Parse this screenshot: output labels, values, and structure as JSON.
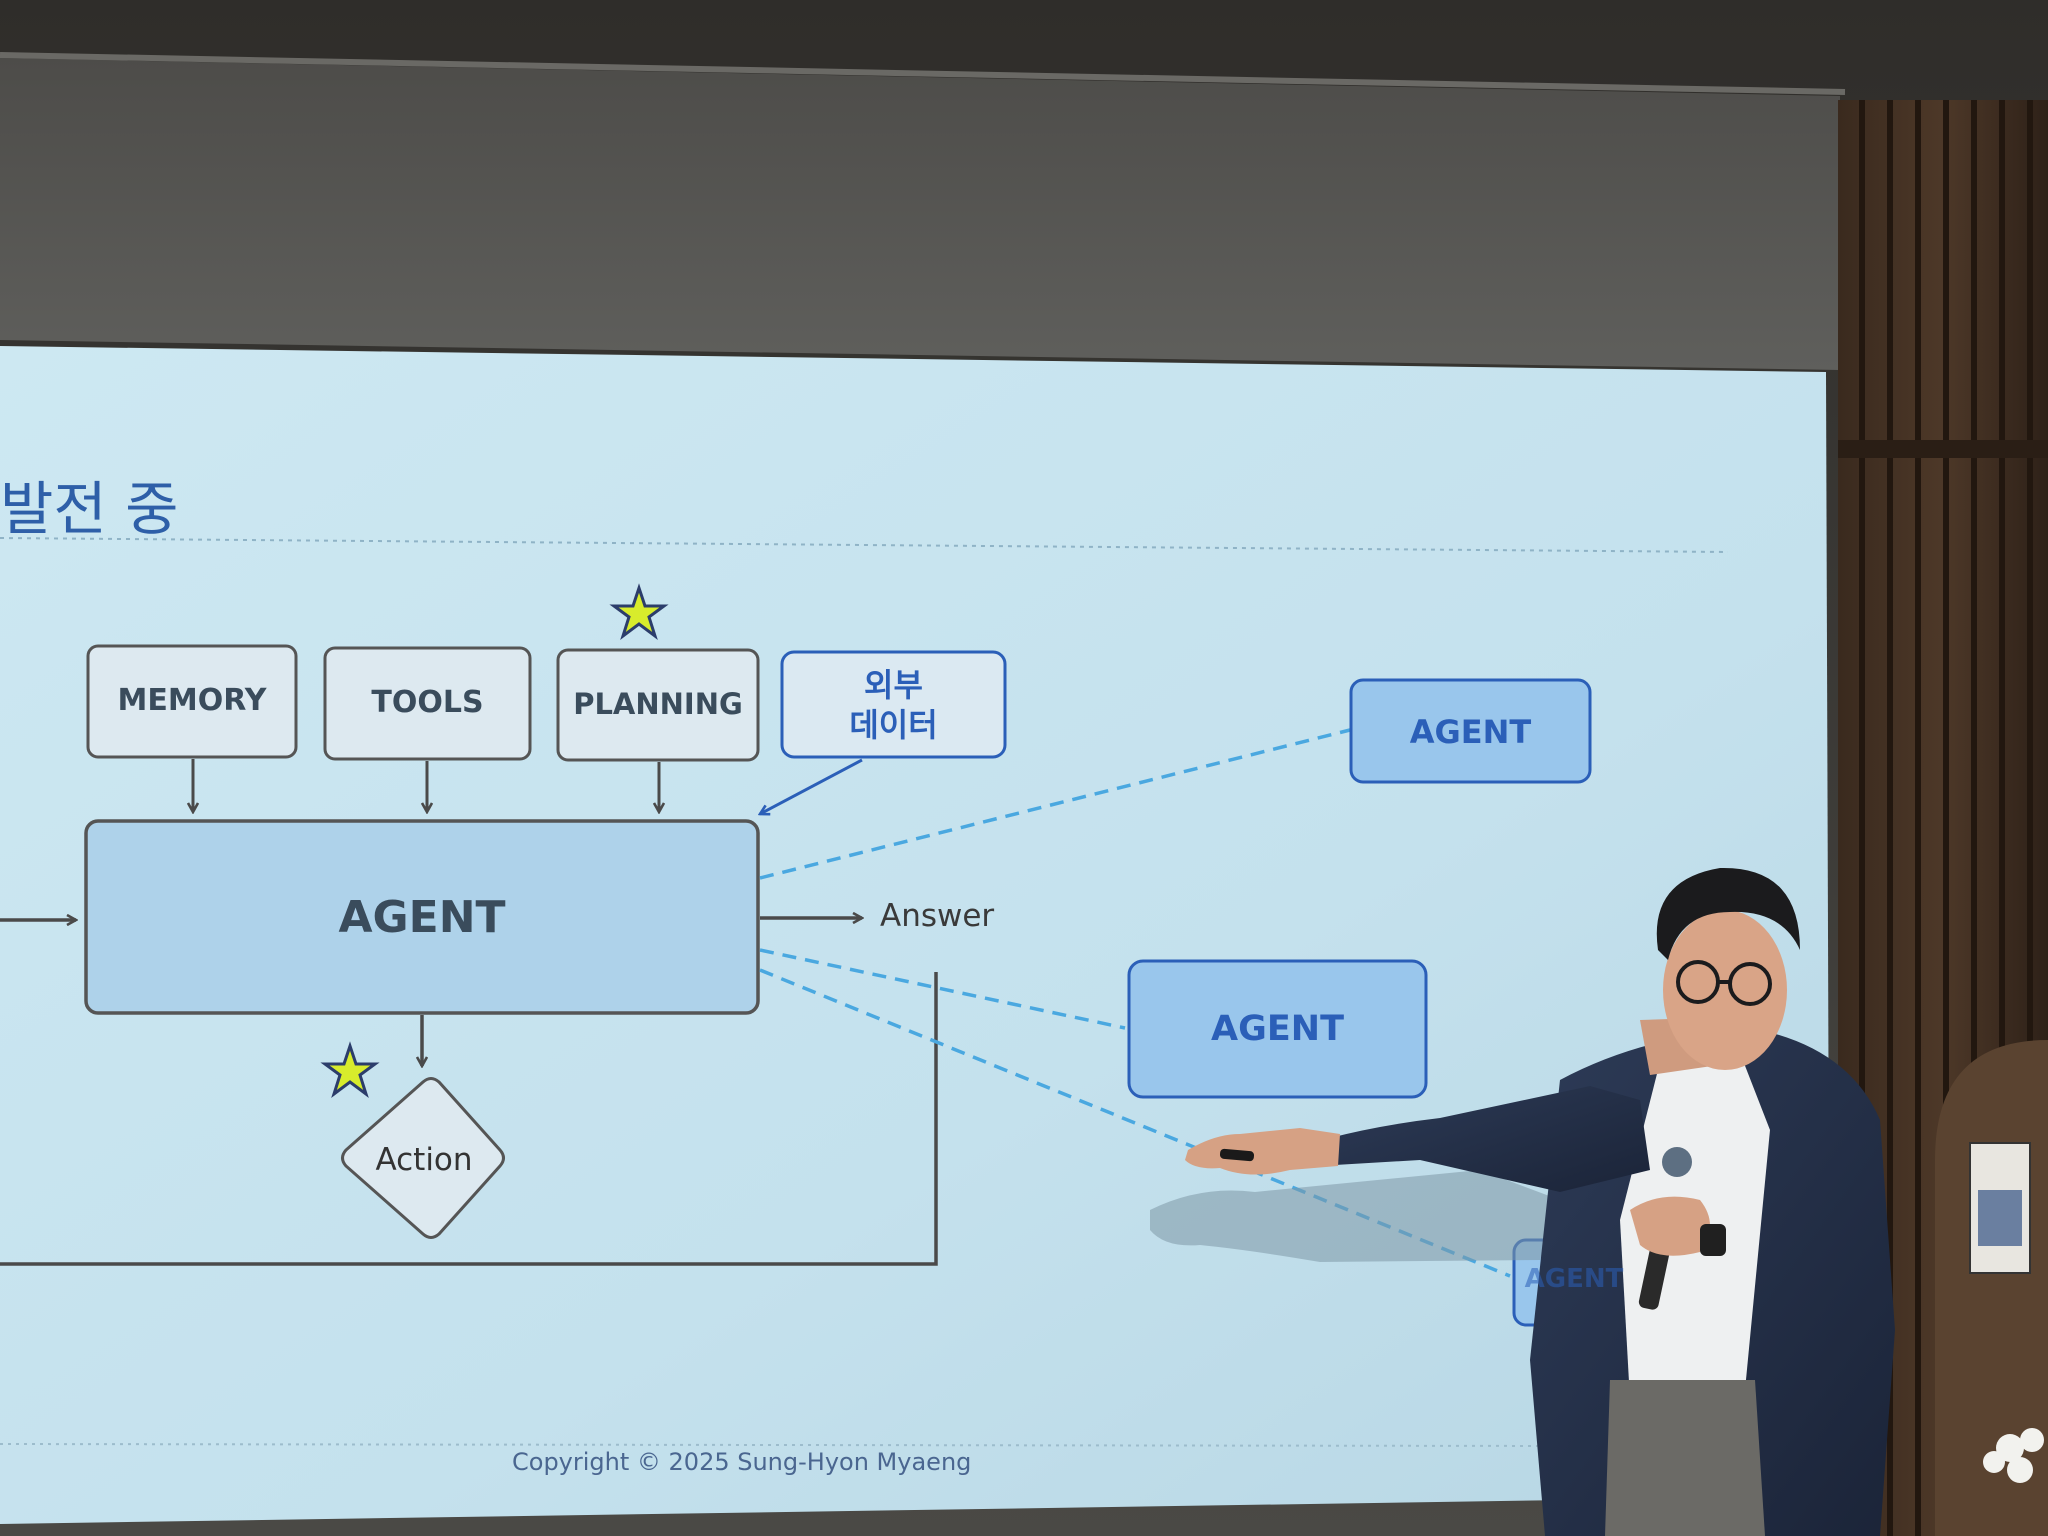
{
  "slide": {
    "title": "발전 중",
    "copyright": "Copyright © 2025 Sung-Hyon Myaeng"
  },
  "diagram": {
    "inputs": {
      "memory": "MEMORY",
      "tools": "TOOLS",
      "planning": "PLANNING",
      "external_data": [
        "외부",
        "데이터"
      ]
    },
    "main_agent": "AGENT",
    "answer": "Answer",
    "action": "Action",
    "sub_agents": [
      "AGENT",
      "AGENT",
      "AGENT"
    ]
  },
  "colors": {
    "slide_bg": "#c9e4ef",
    "box_fill": "#dde9f0",
    "agent_fill": "#aed2ea",
    "agent_blue_fill": "#99c6ec",
    "blue_text": "#2b5fb8",
    "dashed_line": "#4aa8e0",
    "star_fill": "#d8ec2c",
    "star_stroke": "#2c3d6b"
  },
  "icons": {
    "planning_star": "star-icon",
    "action_star": "star-icon"
  }
}
